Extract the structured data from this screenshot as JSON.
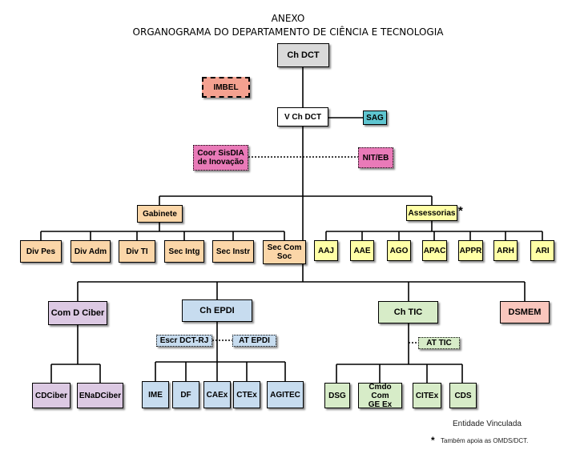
{
  "header": {
    "line1": "ANEXO",
    "line2": "ORGANOGRAMA DO DEPARTAMENTO DE CIÊNCIA E TECNOLOGIA"
  },
  "colors": {
    "gray": "#d9d9d9",
    "red": "#f4a190",
    "teal": "#5ec5d0",
    "pink": "#e97ab8",
    "orange": "#fbd6a8",
    "yellow": "#ffffa6",
    "purple": "#dcc9e3",
    "blue": "#c7dcef",
    "green": "#d7ecc8",
    "salmon": "#f9c6bd",
    "white": "#ffffff"
  },
  "nodes": {
    "ch_dct": "Ch DCT",
    "imbel": "IMBEL",
    "v_ch_dct": "V Ch DCT",
    "sag": "SAG",
    "coor_sisdia": "Coor SisDIA\nde Inovação",
    "nit_eb": "NIT/EB",
    "gabinete": "Gabinete",
    "assessorias": "Assessorias",
    "div_pes": "Div Pes",
    "div_adm": "Div Adm",
    "div_ti": "Div TI",
    "sec_intg": "Sec Intg",
    "sec_instr": "Sec Instr",
    "sec_com_soc": "Sec Com\nSoc",
    "aaj": "AAJ",
    "aae": "AAE",
    "ago": "AGO",
    "apac": "APAC",
    "appr": "APPR",
    "arh": "ARH",
    "ari": "ARI",
    "com_d_ciber": "Com D Ciber",
    "ch_epdi": "Ch EPDI",
    "ch_tic": "Ch TIC",
    "dsmem": "DSMEM",
    "escr_dct_rj": "Escr DCT-RJ",
    "at_epdi": "AT EPDI",
    "at_tic": "AT TIC",
    "cdciber": "CDCiber",
    "enadciber": "ENaDCiber",
    "ime": "IME",
    "df": "DF",
    "caex": "CAEx",
    "ctex": "CTEx",
    "agitec": "AGITEC",
    "dsg": "DSG",
    "cmdo_com_ge_ex": "Cmdo Com\nGE Ex",
    "citex": "CITEx",
    "cds": "CDS"
  },
  "asterisk": "*",
  "legend": {
    "entity_label": "Entidade Vinculada",
    "footnote_mark": "*",
    "footnote_text": "Também apoia as OMDS/DCT."
  }
}
